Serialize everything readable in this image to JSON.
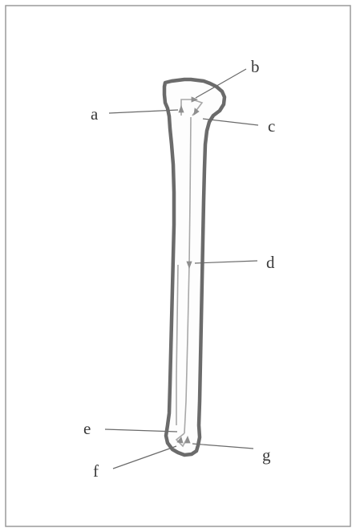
{
  "labels": {
    "a": "a",
    "b": "b",
    "c": "c",
    "d": "d",
    "e": "e",
    "f": "f",
    "g": "g"
  },
  "colors": {
    "outline": "#6b6b6b",
    "path": "#a8a8a8",
    "text": "#3a3a3a"
  }
}
